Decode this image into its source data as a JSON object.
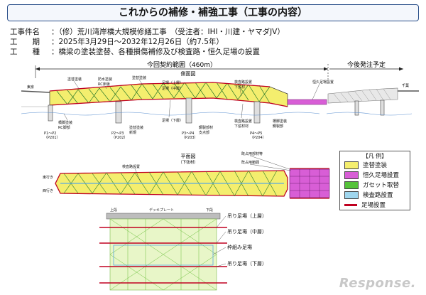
{
  "title": "これからの補修・補強工事（工事の内容）",
  "info": [
    {
      "label": "工事件名",
      "value": "：（修）荒川湾岸橋大規模修繕工事　（受注者：IHI・川建・ヤマダJV）"
    },
    {
      "label": "工　　期",
      "value": "：2025年3月29日～2032年12月26日（約7.5年）"
    },
    {
      "label": "工　　種",
      "value": "：橋梁の塗装塗替、各種損傷補修及び検査路・恒久足場の設置"
    }
  ],
  "ranges": {
    "contract": "今回契約範囲（460m）",
    "future": "今後発注予定"
  },
  "views": {
    "side": "側面図",
    "plan": "平面図",
    "plan_sub": "（下弦材）"
  },
  "side_labels": {
    "tosou1": "塗替塗装",
    "boushuku": "防水塗装",
    "rc": "RC床版",
    "tosou2": "塗替塗装",
    "ashiba_upper": "足場（上層）",
    "ashiba_mid": "足場（中層）",
    "kensa": "検査路設置",
    "kasen": "下弦材",
    "koukyu": "恒久足場設置",
    "lower_left": "橋脚塗装",
    "bearing": "RC脚部",
    "ashiba_low": "足場（下層）",
    "kozai": "鋼製部材",
    "shiten": "支点部",
    "kensa2": "検査路設置",
    "kasen2": "下弦材材",
    "tousou3": "橋脚塗装",
    "bearing2": "鋼製部",
    "tosou4": "塗替塗装",
    "bearing3": "新規",
    "pier1": "P1～P2",
    "pier2": "P2～P3",
    "pier3": "P3～P4",
    "pier4": "P4～P5",
    "pier_a": "（P201）",
    "pier_b": "（P202）",
    "pier_c": "（P203）",
    "pier_d": "（P204）",
    "left_end": "東京",
    "right_end": "千葉"
  },
  "plan_labels": {
    "inspect": "検査路設置",
    "hojo": "既占用部材等",
    "kyoku": "既占用範囲",
    "left_top": "東行き",
    "left_bot": "西行き"
  },
  "section_labels": {
    "upper": "吊り足場（上層）",
    "mid": "吊り足場（中層）",
    "frame": "枠組み足場",
    "lower": "吊り足場（下層）",
    "top_left": "上段",
    "top_mid": "デッキプレート",
    "top_right": "下段"
  },
  "legend": {
    "title": "【凡 例】",
    "items": [
      {
        "label": "塗替塗装",
        "color": "#f4ee6e"
      },
      {
        "label": "恒久足場設置",
        "color": "#d85ed6"
      },
      {
        "label": "ガセット取替",
        "color": "#55c23a"
      },
      {
        "label": "検査路設置",
        "color": "#9fd6ee"
      },
      {
        "label": "足場設置",
        "color": "#c00020"
      }
    ]
  },
  "watermark": "Response."
}
